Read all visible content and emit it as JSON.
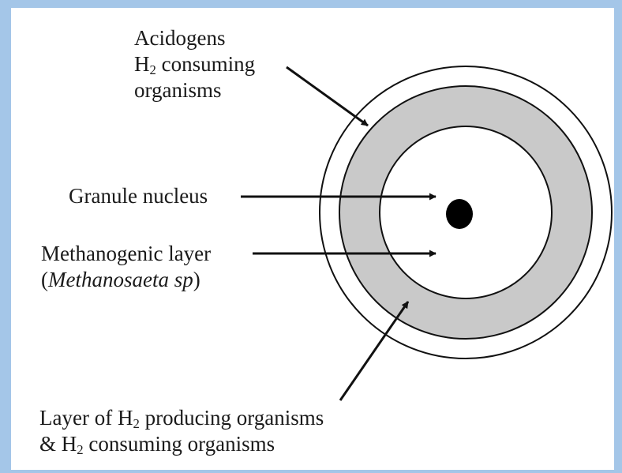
{
  "labels": {
    "acidogens": {
      "line1": "Acidogens",
      "line2_prefix": "H",
      "line2_sub": "2",
      "line2_suffix": " consuming",
      "line3": "organisms"
    },
    "granule_nucleus": "Granule nucleus",
    "methanogenic": {
      "line1": "Methanogenic layer",
      "line2_open": "(",
      "line2_italic": "Methanosaeta sp",
      "line2_close": ")"
    },
    "producing": {
      "line1_prefix": "Layer of H",
      "line1_sub": "2",
      "line1_suffix": " producing organisms",
      "line2_prefix": "& H",
      "line2_sub": "2",
      "line2_suffix": " consuming organisms"
    }
  },
  "colors": {
    "background_frame": "#a4c6e8",
    "panel": "#ffffff",
    "ring_fill": "#c9c9c9",
    "stroke": "#111111",
    "nucleus": "#000000"
  }
}
